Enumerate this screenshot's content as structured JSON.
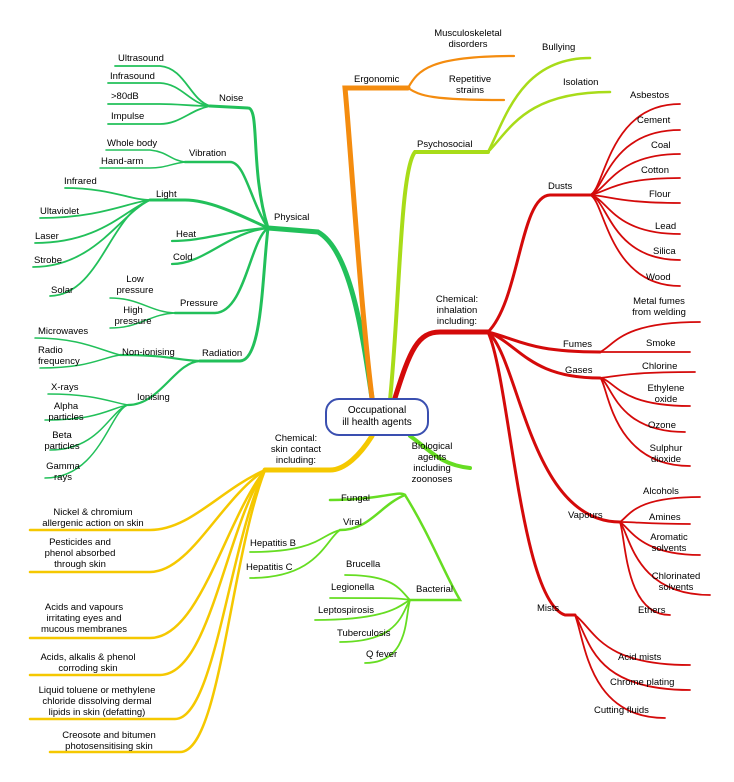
{
  "colors": {
    "physical": "#22c05a",
    "ergonomic": "#f48c0f",
    "psychosocial": "#a8dc19",
    "chemical_inhalation": "#d40a0a",
    "chemical_skin": "#f5c800",
    "biological": "#66dd22",
    "center_border": "#3a4fb0"
  },
  "center": {
    "line1": "Occupational",
    "line2": "ill health agents"
  },
  "physical": {
    "label": "Physical",
    "noise": {
      "label": "Noise",
      "items": [
        "Ultrasound",
        "Infrasound",
        ">80dB",
        "Impulse"
      ]
    },
    "vibration": {
      "label": "Vibration",
      "items": [
        "Whole body",
        "Hand-arm"
      ]
    },
    "light": {
      "label": "Light",
      "items": [
        "Infrared",
        "Ultaviolet",
        "Laser",
        "Strobe",
        "Solar"
      ]
    },
    "heat": "Heat",
    "cold": "Cold",
    "pressure": {
      "label": "Pressure",
      "low": [
        "Low",
        "pressure"
      ],
      "high": [
        "High",
        "pressure"
      ]
    },
    "radiation": {
      "label": "Radiation",
      "non_ionising": {
        "label": "Non-ionising",
        "microwaves": "Microwaves",
        "radio": [
          "Radio",
          "frequency"
        ]
      },
      "ionising": {
        "label": "Ionising",
        "xrays": "X-rays",
        "alpha": [
          "Alpha",
          "particles"
        ],
        "beta": [
          "Beta",
          "particles"
        ],
        "gamma": [
          "Gamma",
          "rays"
        ]
      }
    }
  },
  "ergonomic": {
    "label": "Ergonomic",
    "musculoskeletal": [
      "Musculoskeletal",
      "disorders"
    ],
    "repetitive": [
      "Repetitive",
      "strains"
    ]
  },
  "psychosocial": {
    "label": "Psychosocial",
    "bullying": "Bullying",
    "isolation": "Isolation"
  },
  "chemical_inhalation": {
    "label": [
      "Chemical:",
      "inhalation",
      "including:"
    ],
    "dusts": {
      "label": "Dusts",
      "items": [
        "Asbestos",
        "Cement",
        "Coal",
        "Cotton",
        "Flour",
        "Lead",
        "Silica",
        "Wood"
      ]
    },
    "fumes": {
      "label": "Fumes",
      "metal": [
        "Metal fumes",
        "from welding"
      ],
      "smoke": "Smoke"
    },
    "gases": {
      "label": "Gases",
      "chlorine": "Chlorine",
      "ethylene": [
        "Ethylene",
        "oxide"
      ],
      "ozone": "Ozone",
      "sulphur": [
        "Sulphur",
        "dioxide"
      ]
    },
    "vapours": {
      "label": "Vapours",
      "alcohols": "Alcohols",
      "amines": "Amines",
      "aromatic": [
        "Aromatic",
        "solvents"
      ],
      "chlorinated": [
        "Chlorinated",
        "solvents"
      ],
      "ethers": "Ethers"
    },
    "mists": {
      "label": "Mists",
      "items": [
        "Acid mists",
        "Chrome plating",
        "Cutting fluids"
      ]
    }
  },
  "chemical_skin": {
    "label": [
      "Chemical:",
      "skin contact",
      "including:"
    ],
    "items": [
      [
        "Nickel & chromium",
        "allergenic action on skin"
      ],
      [
        "Pesticides and",
        "phenol absorbed",
        "through skin"
      ],
      [
        "Acids and vapours",
        "irritating eyes and",
        "mucous membranes"
      ],
      [
        "Acids, alkalis & phenol",
        "corroding skin"
      ],
      [
        "Liquid toluene or methylene",
        "chloride dissolving dermal",
        "lipids in skin (defatting)"
      ],
      [
        "Creosote and bitumen",
        "photosensitising skin"
      ]
    ]
  },
  "biological": {
    "label": [
      "Biological",
      "agents",
      "including",
      "zoonoses"
    ],
    "fungal": "Fungal",
    "viral": {
      "label": "Viral",
      "items": [
        "Hepatitis B",
        "Hepatitis C"
      ]
    },
    "bacterial": {
      "label": "Bacterial",
      "items": [
        "Brucella",
        "Legionella",
        "Leptospirosis",
        "Tuberculosis",
        "Q fever"
      ]
    }
  }
}
